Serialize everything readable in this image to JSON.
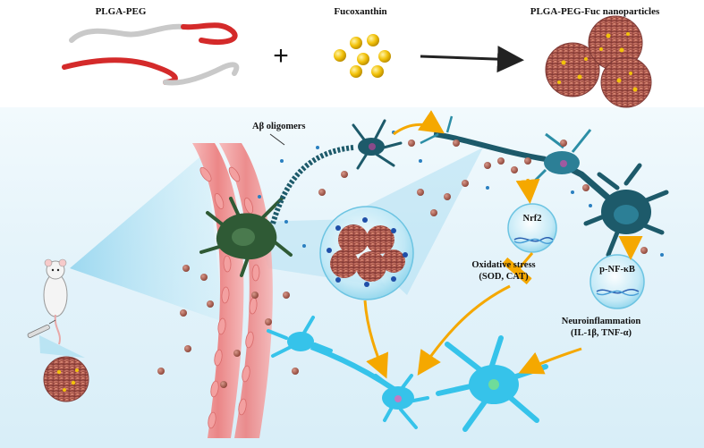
{
  "labels": {
    "plga_peg": "PLGA-PEG",
    "fucoxanthin": "Fucoxanthin",
    "nanoparticles": "PLGA-PEG-Fuc nanoparticles",
    "plus": "+",
    "ab_oligomers": "Aβ oligomers",
    "nrf2": "Nrf2",
    "oxidative_stress": "Oxidative stress",
    "oxidative_markers": "(SOD, CAT)",
    "p_nf_kb": "p-NF-κB",
    "neuroinflammation": "Neuroinflammation",
    "neuroinflammation_markers": "(IL-1β, TNF-α)"
  },
  "colors": {
    "polymer_red": "#d42a2a",
    "polymer_gray": "#c9c9c9",
    "fucoxanthin_gold": "#f2c20a",
    "nanoparticle_body": "#b9645a",
    "background_blue": "#dff0f8",
    "vessel_red": "#f08a8a",
    "dark_neuron": "#1d5a6a",
    "healthy_neuron": "#36c3ea",
    "microglia_green": "#2f5a35",
    "arrow_orange": "#f5a800",
    "oligomer_brown": "#a0584a"
  }
}
